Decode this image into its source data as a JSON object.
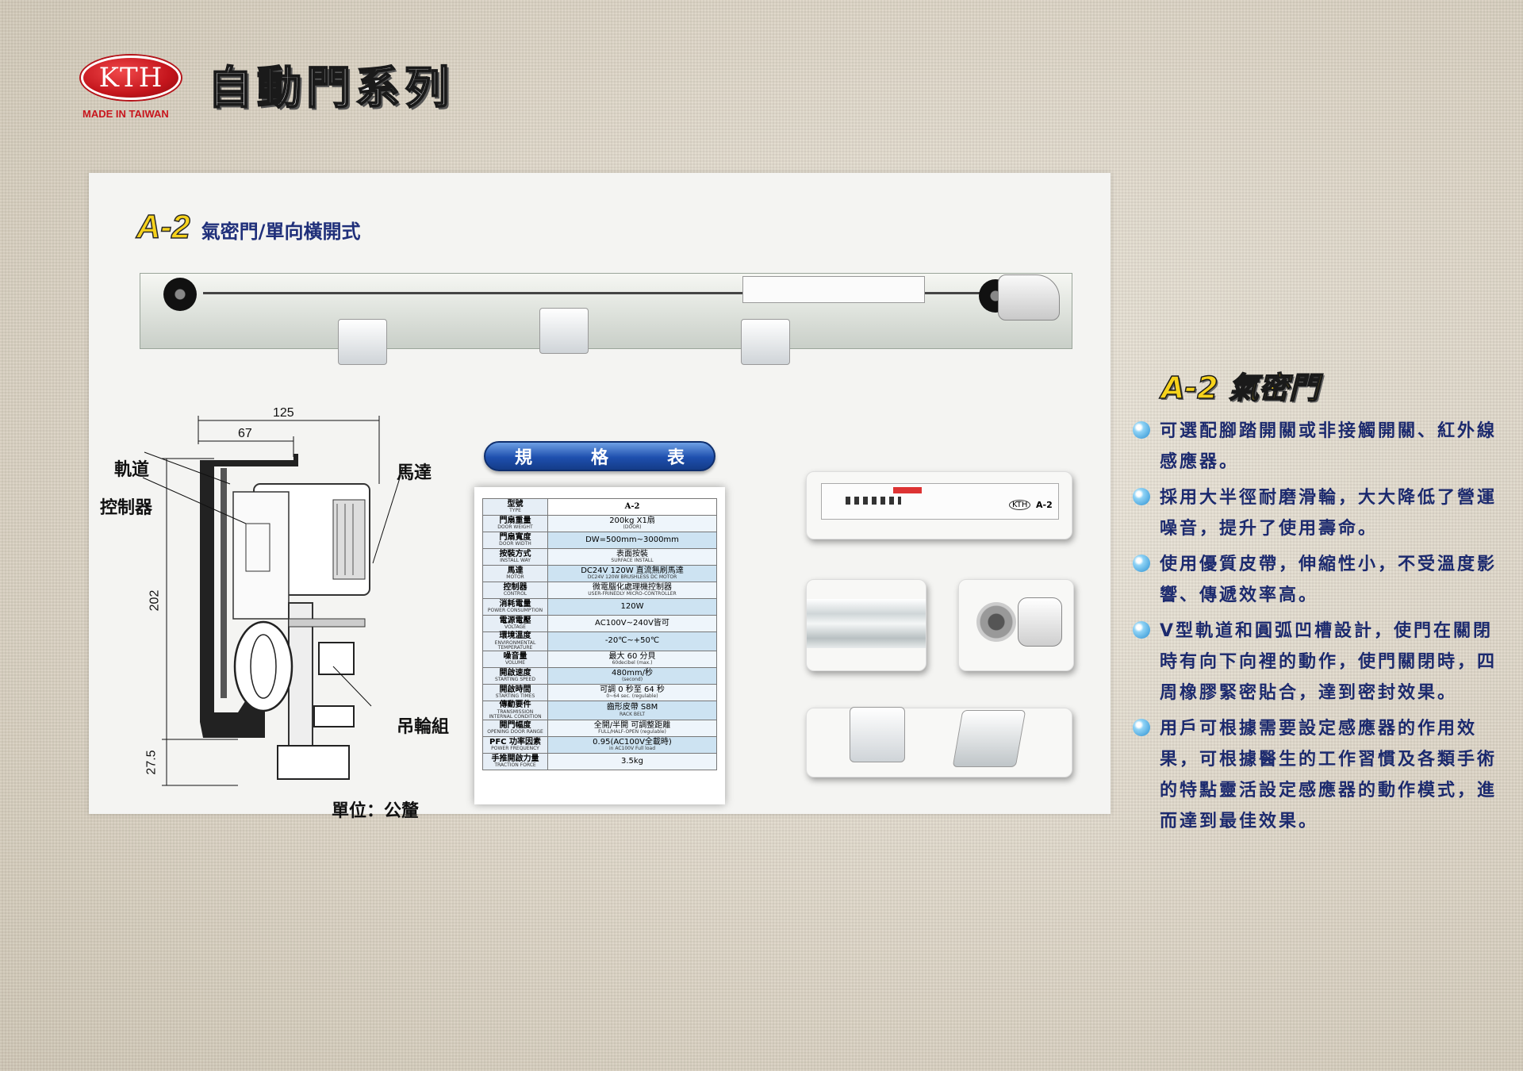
{
  "header": {
    "logo_text": "KTH",
    "made_in": "MADE IN TAIWAN",
    "series_title": "自動門系列"
  },
  "product": {
    "code": "A-2",
    "description": "氣密門/單向橫開式"
  },
  "drawing": {
    "labels": {
      "track": "軌道",
      "controller": "控制器",
      "motor": "馬達",
      "hanger": "吊輪組"
    },
    "dimensions": {
      "width_total": "125",
      "width_inner": "67",
      "height_total": "202",
      "height_bottom": "27.5"
    },
    "unit": "單位：公釐"
  },
  "spec": {
    "title_chars": [
      "規",
      "格",
      "表"
    ],
    "header": {
      "label": "型號",
      "label_en": "TYPE",
      "value": "A-2"
    },
    "rows": [
      {
        "label": "門扇重量",
        "label_en": "DOOR WEIGHT",
        "value": "200kg X1扇",
        "value_note": "(DOOR)"
      },
      {
        "label": "門扇寬度",
        "label_en": "DOOR WIDTH",
        "value": "DW=500mm~3000mm",
        "value_note": ""
      },
      {
        "label": "按裝方式",
        "label_en": "INSTALL WAY",
        "value": "表面按裝",
        "value_note": "SURFACE INSTALL"
      },
      {
        "label": "馬達",
        "label_en": "MOTOR",
        "value": "DC24V 120W 直流無刷馬達",
        "value_note": "DC24V 120W BRUSHLESS DC MOTOR"
      },
      {
        "label": "控制器",
        "label_en": "CONTROL",
        "value": "微電腦化處理機控制器",
        "value_note": "USER-FRINEDLY MICRO-CONTROLLER"
      },
      {
        "label": "消耗電量",
        "label_en": "POWER CONSUMPTION",
        "value": "120W",
        "value_note": ""
      },
      {
        "label": "電源電壓",
        "label_en": "VOLTAGE",
        "value": "AC100V~240V皆可",
        "value_note": ""
      },
      {
        "label": "環境溫度",
        "label_en": "ENVIRONMENTAL TEMPERATURE",
        "value": "-20℃~+50℃",
        "value_note": ""
      },
      {
        "label": "噪音量",
        "label_en": "VOLUME",
        "value": "最大 60 分貝",
        "value_note": "60decibel (max.)"
      },
      {
        "label": "開啟速度",
        "label_en": "STARTING SPEED",
        "value": "480mm/秒",
        "value_note": "(second)"
      },
      {
        "label": "開啟時間",
        "label_en": "STARTING TIMES",
        "value": "可調 0 秒至 64 秒",
        "value_note": "0~64 sec. (regulable)"
      },
      {
        "label": "傳動要件",
        "label_en": "TRANSMISSION INTERNAL CONDITION",
        "value": "齒形皮帶 S8M",
        "value_note": "RACK BELT"
      },
      {
        "label": "開門幅度",
        "label_en": "OPENING DOOR RANGE",
        "value": "全開/半開 可調整距離",
        "value_note": "FULL/HALF-OPEN (regulable)"
      },
      {
        "label": "PFC 功率因素",
        "label_en": "POWER FREQUENCY",
        "value": "0.95(AC100V全載時)",
        "value_note": "in AC100V Full load"
      },
      {
        "label": "手推開啟力量",
        "label_en": "TRACTION FORCE",
        "value": "3.5kg",
        "value_note": ""
      }
    ]
  },
  "photos": {
    "controller_label": "A-2",
    "controller_logo": "KTH"
  },
  "features": {
    "title": "A-2 氣密門",
    "items": [
      "可選配腳踏開關或非接觸開關、紅外線感應器。",
      "採用大半徑耐磨滑輪，大大降低了營運噪音，提升了使用壽命。",
      "使用優質皮帶，伸縮性小，不受溫度影響、傳遞效率高。",
      "V型軌道和圓弧凹槽設計，使門在關閉時有向下向裡的動作，使門關閉時，四周橡膠緊密貼合，達到密封效果。",
      "用戶可根據需要設定感應器的作用效果，可根據醫生的工作習慣及各類手術的特點靈活設定感應器的動作模式，進而達到最佳效果。"
    ]
  },
  "colors": {
    "brand_red": "#c8161d",
    "accent_yellow": "#f6d21b",
    "text_navy": "#1c2a6e",
    "pill_blue": "#1e4fae"
  }
}
